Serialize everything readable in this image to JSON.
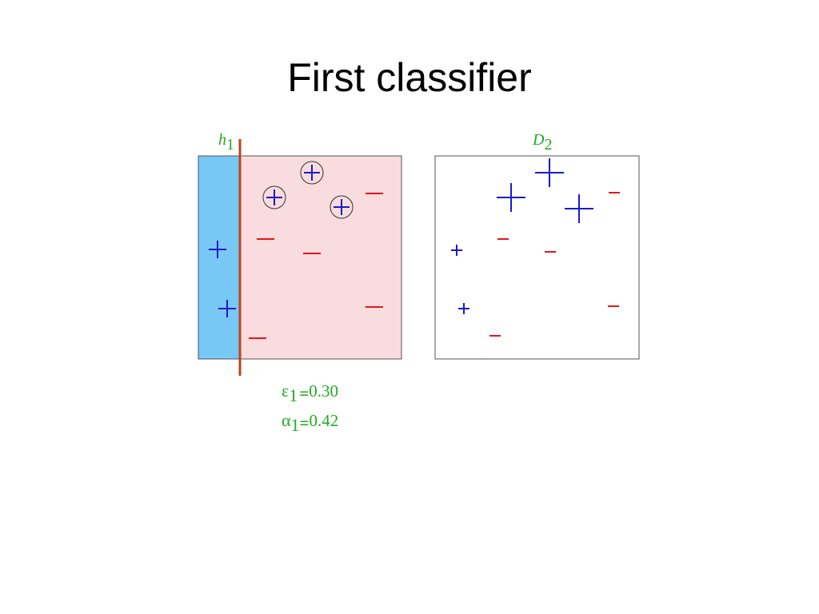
{
  "slide": {
    "title": "First classifier"
  },
  "colors": {
    "positive": "#1a1acd",
    "negative": "#e8141e",
    "label_green": "#22aa22",
    "h1_line": "#b4461e",
    "left_region": "#78c8f5",
    "right_region": "#f8dcde",
    "frame": "#555555"
  },
  "left_panel": {
    "boundary_label": {
      "symbol": "h",
      "subscript": "1"
    },
    "points": [
      {
        "sign": "+",
        "circled": true
      },
      {
        "sign": "+",
        "circled": true
      },
      {
        "sign": "+",
        "circled": true
      },
      {
        "sign": "+",
        "circled": false
      },
      {
        "sign": "+",
        "circled": false
      },
      {
        "sign": "−",
        "circled": false
      },
      {
        "sign": "−",
        "circled": false
      },
      {
        "sign": "−",
        "circled": false
      },
      {
        "sign": "−",
        "circled": false
      },
      {
        "sign": "−",
        "circled": false
      }
    ]
  },
  "right_panel": {
    "distribution_label": {
      "symbol": "D",
      "subscript": "2"
    },
    "points": [
      {
        "sign": "+",
        "weight": "large"
      },
      {
        "sign": "+",
        "weight": "large"
      },
      {
        "sign": "+",
        "weight": "large"
      },
      {
        "sign": "+",
        "weight": "small"
      },
      {
        "sign": "+",
        "weight": "small"
      },
      {
        "sign": "−",
        "weight": "small"
      },
      {
        "sign": "−",
        "weight": "small"
      },
      {
        "sign": "−",
        "weight": "small"
      },
      {
        "sign": "−",
        "weight": "small"
      },
      {
        "sign": "−",
        "weight": "small"
      }
    ]
  },
  "stats": {
    "error": {
      "symbol": "ε",
      "subscript": "1",
      "equals": "=",
      "value": "0.30"
    },
    "alpha": {
      "symbol": "α",
      "subscript": "1",
      "equals": "=",
      "value": "0.42"
    }
  }
}
